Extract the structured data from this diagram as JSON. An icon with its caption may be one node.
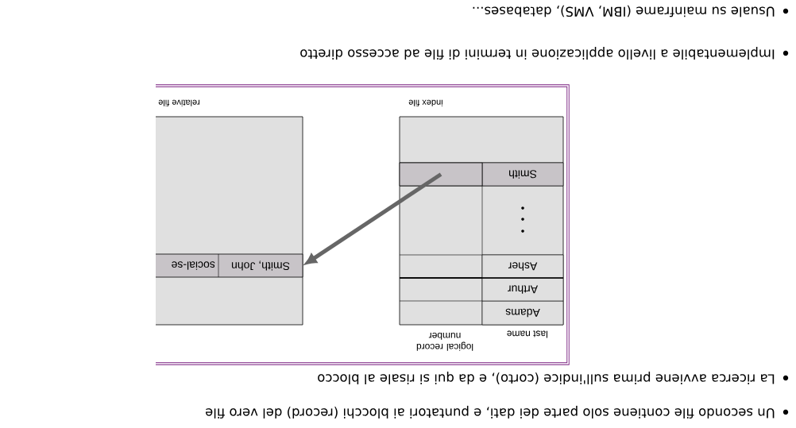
{
  "diagram": {
    "nodes": [
      {
        "text": [
          "index file"
        ]
      },
      {
        "text": [],
        "shape": "box",
        "in": 0
      },
      {
        "text": [
          "relative file"
        ]
      },
      {
        "text": [
          "Smith, John",
          "social-se"
        ],
        "in": 2
      }
    ],
    "edges": [
      {
        "from": 1,
        "to": 3,
        "arrow": "to"
      }
    ],
    "labels": [
      "Un secondo file contiene solo parte dei dati, e puntatori ai blocchi (record) del vero file",
      "La ricerca avviene prima sull'indice (corto), e da qui si risale al blocco",
      "logical record number",
      "last name",
      "Adams",
      "Arthur",
      "Asher",
      "Smith",
      "Implementabile a livello applicazione in termini di file ad accesso diretto",
      "Usuale su mainframe (IBM, VMS), databases..."
    ]
  }
}
